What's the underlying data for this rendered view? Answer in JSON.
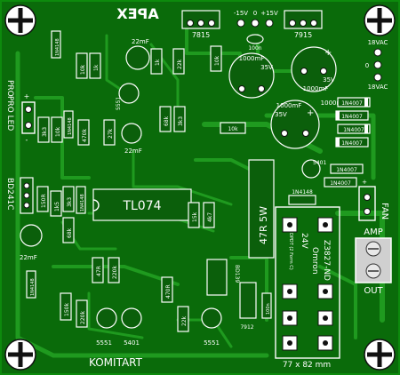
{
  "board": {
    "brand_mirrored": "APEX",
    "credit": "KOMITART",
    "dimensions": "77 x 82 mm"
  },
  "labels": {
    "pro": "PRO",
    "pro_led": "PRO LED",
    "bd241c": "BD241C",
    "fan": "FAN",
    "amp": "AMP",
    "out": "OUT",
    "v18vac_top": "18VAC",
    "v18vac_bottom": "18VAC",
    "minus15": "-15V",
    "zero": "0",
    "plus15": "+15V",
    "v7815": "7815",
    "v7915": "7915",
    "v7912": "7912",
    "bd139": "BD139",
    "tl074": "TL074",
    "res_47r": "47R 5W",
    "relay_model": "Z3827-ND",
    "relay_voltage": "24V",
    "relay_brand": "Omron",
    "relay_code": "DPDT (2 Form C)",
    "n5551_a": "5551",
    "n5551_b": "5551",
    "n5551_c": "5551",
    "n5401_a": "5401",
    "n5401_b": "5401"
  },
  "component_values": {
    "c100n_top": "100n",
    "c1000_a": "1000mF",
    "c35v_a": "35V",
    "c1000_b": "1000mF",
    "c35v_b": "35V",
    "c1000_c": "1000mF",
    "c35v_c": "35V",
    "c1000_d": "1000mF",
    "c22mf_top": "22mF",
    "c22mf_mid": "22mF",
    "c22mf_left": "22mF",
    "d1n4148_a": "1N4148",
    "d1n4148_b": "1N4148",
    "d1n4148_c": "1N4148",
    "d1n4148_d": "1N4148",
    "d1n4148_e": "1N4148",
    "d1n4007_1": "1N4007",
    "d1n4007_2": "1N4007",
    "d1n4007_3": "1N4007",
    "d1n4007_4": "1N4007",
    "d1n4007_5": "1N4007",
    "d1n4007_6": "1N4007",
    "r10k_a": "10k",
    "r10k_b": "10k",
    "r10k_c": "10k",
    "r1k_a": "1k",
    "r1k_b": "1k",
    "r22k_a": "22k",
    "r22k_b": "22k",
    "r3k3_a": "3k3",
    "r3k3_b": "3k3",
    "r3k3_c": "3k3",
    "r470k": "470k",
    "r27k": "27k",
    "r68k_a": "68k",
    "r68k_b": "68k",
    "r150r": "150R",
    "r1k5": "1k5",
    "r15k": "15k",
    "r47r": "47R",
    "r220k_a": "220k",
    "r220k_b": "220k",
    "r470r": "470R",
    "r150k": "150k",
    "r4k7": "4k7",
    "r100n_mid": "100n"
  },
  "colors": {
    "board": "#0a6b0a",
    "trace": "#1f9a1f",
    "silkscreen": "#ffffff",
    "pad": "#ffffff",
    "hole": "#111111"
  }
}
